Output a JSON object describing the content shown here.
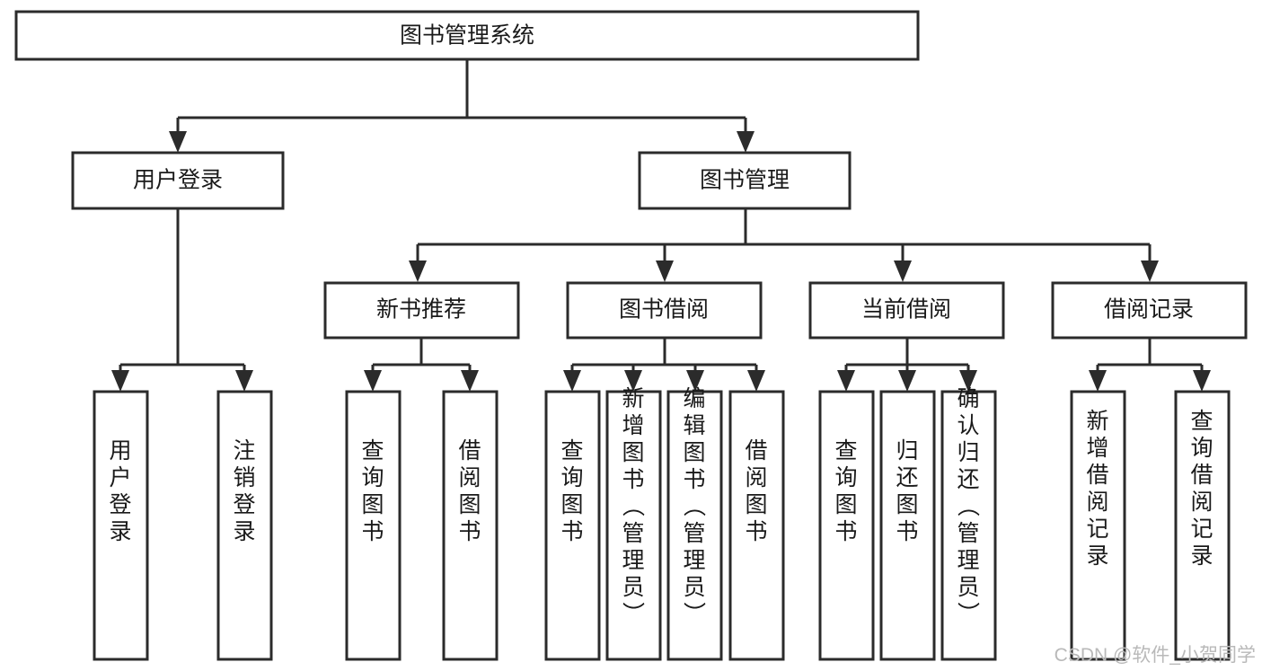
{
  "diagram": {
    "title": "图书管理系统",
    "type": "tree",
    "orientation": "top-down",
    "colors": {
      "box_stroke": "#2b2b2b",
      "box_fill": "#ffffff",
      "connector": "#2b2b2b",
      "text": "#1a1a1a",
      "watermark": "#b9b9b9",
      "background": "#ffffff"
    },
    "root": {
      "label": "图书管理系统"
    },
    "level2": [
      {
        "label": "用户登录"
      },
      {
        "label": "图书管理"
      }
    ],
    "level3": [
      {
        "label": "新书推荐"
      },
      {
        "label": "图书借阅"
      },
      {
        "label": "当前借阅"
      },
      {
        "label": "借阅记录"
      }
    ],
    "leaves": {
      "user_login": [
        {
          "label": "用户登录"
        },
        {
          "label": "注销登录"
        }
      ],
      "new_book_recommend": [
        {
          "label": "查询图书"
        },
        {
          "label": "借阅图书"
        }
      ],
      "book_borrow": [
        {
          "label": "查询图书"
        },
        {
          "label": "新增图书（管理员）"
        },
        {
          "label": "编辑图书（管理员）"
        },
        {
          "label": "借阅图书"
        }
      ],
      "current_borrow": [
        {
          "label": "查询图书"
        },
        {
          "label": "归还图书"
        },
        {
          "label": "确认归还（管理员）"
        }
      ],
      "borrow_record": [
        {
          "label": "新增借阅记录"
        },
        {
          "label": "查询借阅记录"
        }
      ]
    }
  },
  "watermark": {
    "text": "CSDN @软件_小贺同学"
  }
}
